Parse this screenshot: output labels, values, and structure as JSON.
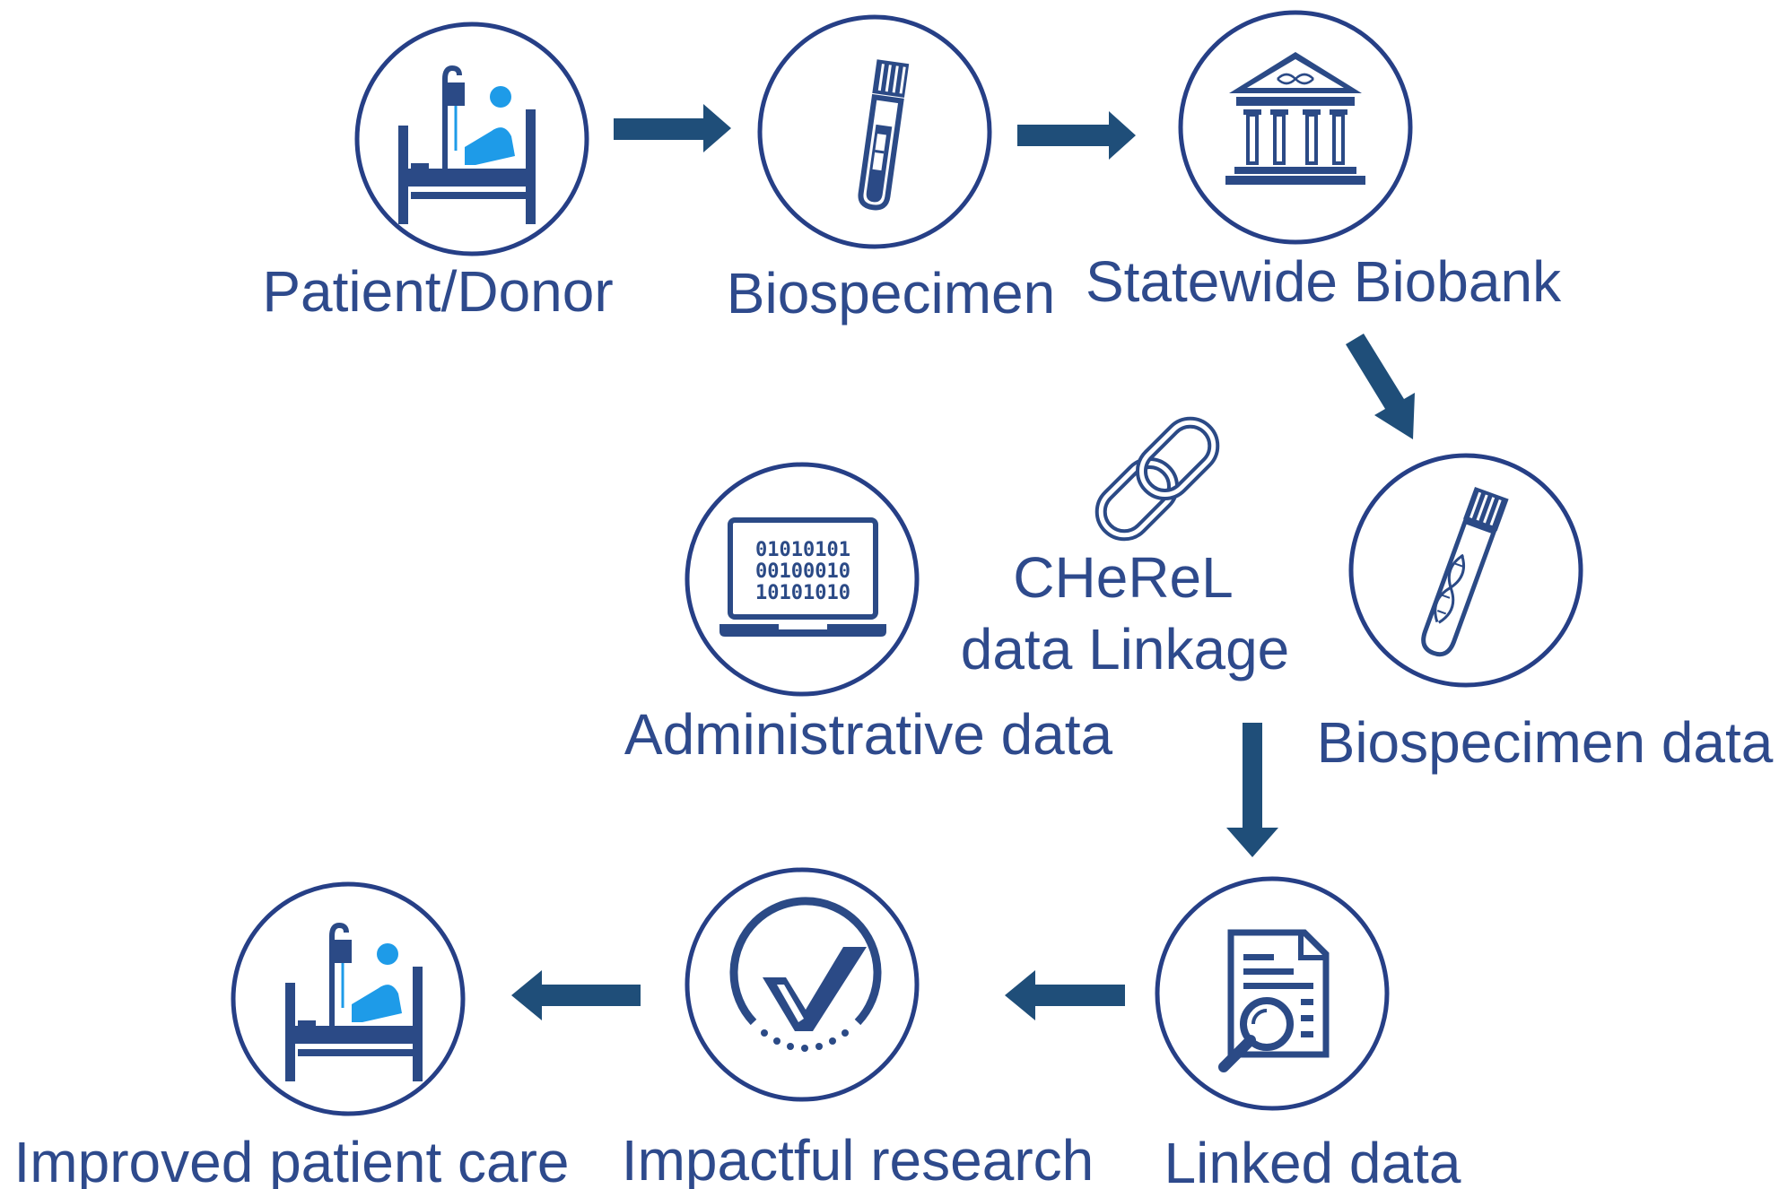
{
  "nodes": {
    "patient_donor": {
      "label": "Patient/Donor",
      "icon": "patient-bed-icon"
    },
    "biospecimen": {
      "label": "Biospecimen",
      "icon": "test-tube-icon"
    },
    "statewide_biobank": {
      "label": "Statewide Biobank",
      "icon": "bank-building-icon"
    },
    "biospecimen_data": {
      "label": "Biospecimen data",
      "icon": "dna-test-tube-icon"
    },
    "administrative_data": {
      "label": "Administrative data",
      "icon": "laptop-binary-icon",
      "binary_lines": [
        "01010101",
        "00100010",
        "10101010"
      ]
    },
    "linkage": {
      "label_line1": "CHeReL",
      "label_line2": "data Linkage",
      "icon": "chain-link-icon"
    },
    "linked_data": {
      "label": "Linked data",
      "icon": "document-magnifier-icon"
    },
    "impactful_research": {
      "label": "Impactful research",
      "icon": "checkmark-icon"
    },
    "improved_patient_care": {
      "label": "Improved patient care",
      "icon": "patient-bed-icon"
    }
  },
  "colors": {
    "label": "#2e4a8c",
    "circle_outline": "#263f86",
    "arrow": "#1f4e79",
    "icon_navy": "#2b4a86",
    "icon_blue": "#1e9be8"
  }
}
